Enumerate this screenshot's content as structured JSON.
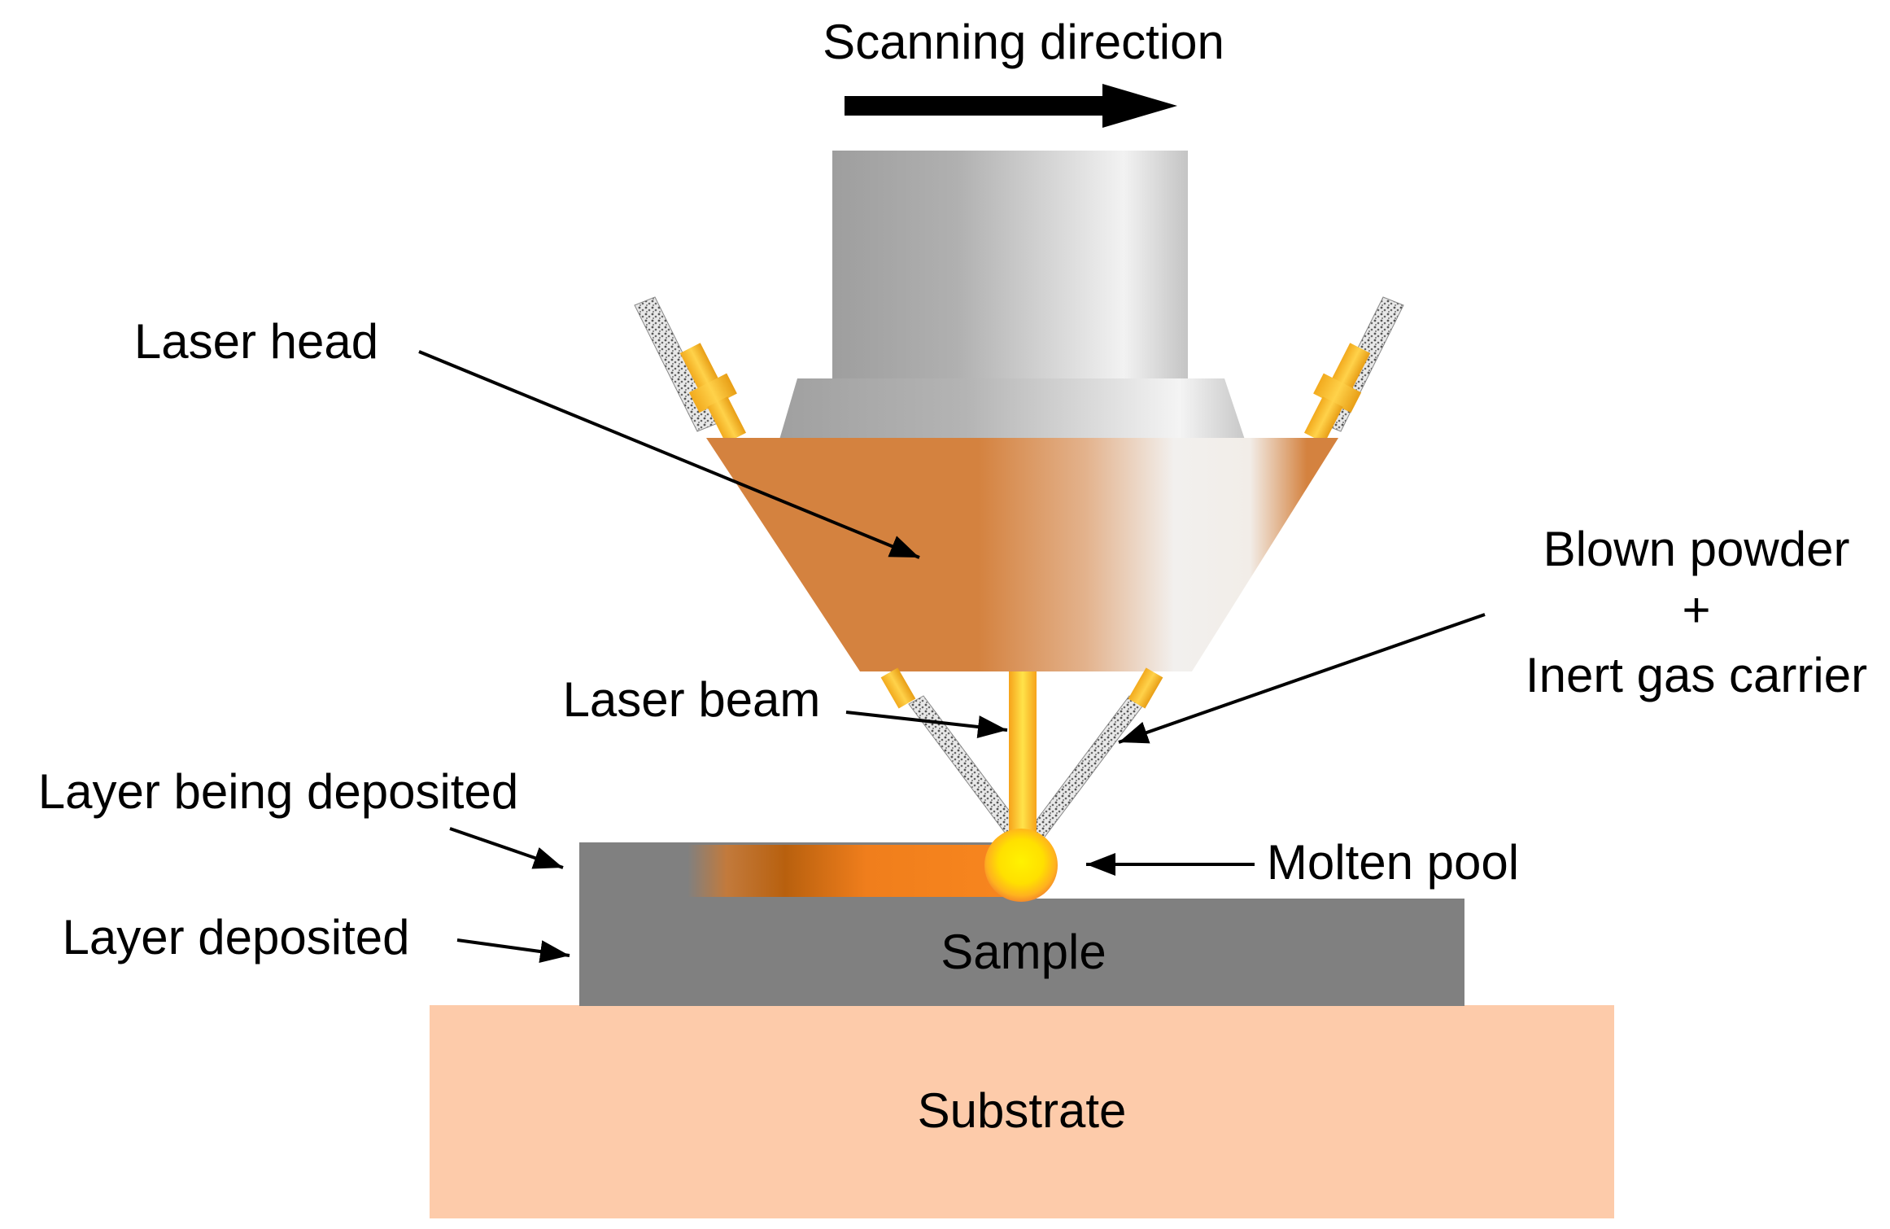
{
  "labels": {
    "scanning_direction": "Scanning direction",
    "laser_head": "Laser head",
    "blown_powder_line1": "Blown powder",
    "blown_powder_plus": "+",
    "blown_powder_line2": "Inert gas carrier",
    "laser_beam": "Laser beam",
    "layer_being_deposited": "Layer being deposited",
    "molten_pool": "Molten pool",
    "layer_deposited": "Layer deposited",
    "sample": "Sample",
    "substrate": "Substrate"
  },
  "colors": {
    "laser_head_orange": "#D4823F",
    "nozzle_grey": "#A8A8A8",
    "nozzle_light": "#F2F2F2",
    "fitting_yellow": "#F5B82E",
    "sample_grey": "#808080",
    "substrate_peach": "#FDCBAA",
    "laser_beam": "#FFA41C",
    "molten_pool": "#FFE600",
    "deposited_layer_orange": "#F7831E"
  }
}
